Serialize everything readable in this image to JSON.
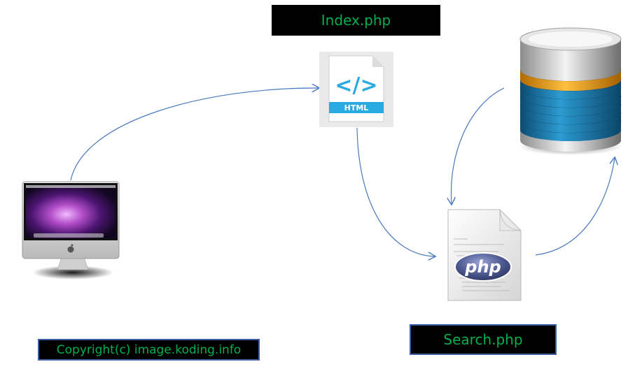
{
  "labels": {
    "index": "Index.php",
    "search": "Search.php",
    "copyright": "Copyright(c) image.koding.info"
  },
  "html_file": {
    "badge": "HTML",
    "glyph": "</>"
  },
  "php_file": {
    "logo": "php"
  },
  "colors": {
    "label_bg": "#000000",
    "label_text": "#00b050",
    "connector": "#4a7abf",
    "html_accent": "#29abe2",
    "db_blue": "#1a6f9e",
    "db_orange": "#f0a020",
    "php_logo": "#4f5b93"
  }
}
